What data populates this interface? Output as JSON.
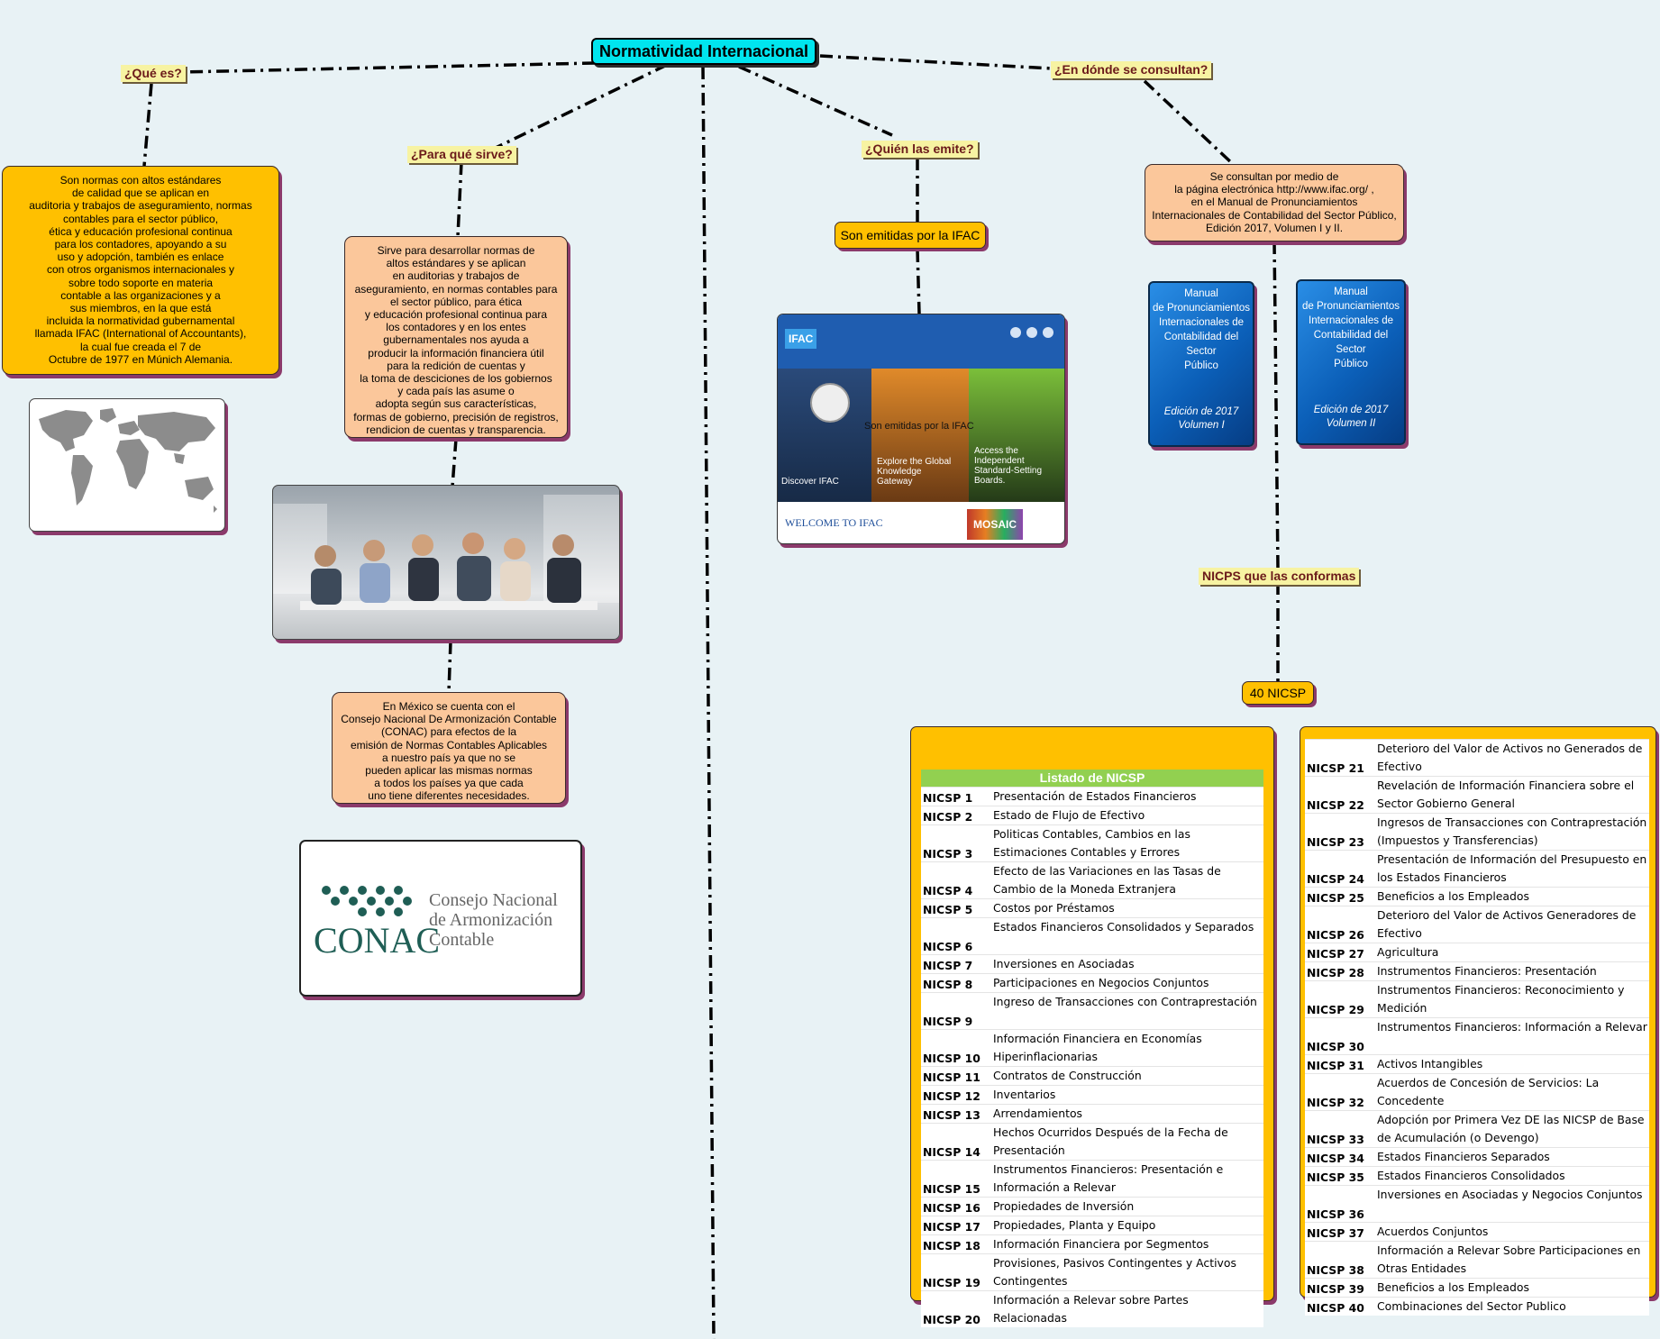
{
  "root": {
    "title": "Normatividad Internacional"
  },
  "labels": {
    "que_es": "¿Qué es?",
    "para_que": "¿Para qué sirve?",
    "quien": "¿Quién las emite?",
    "donde": "¿En dónde se consultan?",
    "nicps": "NICPS que las conformas"
  },
  "boxes": {
    "que_es": "Son normas con altos estándares\nde calidad que se aplican en\nauditoria y trabajos de aseguramiento, normas\ncontables para el sector público,\nética y educación profesional continua\npara los contadores, apoyando a su\nuso y adopción, también es enlace\ncon otros organismos internacionales y\nsobre todo soporte en materia\ncontable a las organizaciones y a\nsus miembros,  en la que está\nincluida la normatividad gubernamental\nllamada IFAC (International of Accountants),\nla cual fue creada el 7 de\nOctubre de 1977 en Múnich Alemania.",
    "para_que": "Sirve para desarrollar normas de\naltos estándares y se aplican\nen auditorias y trabajos de\naseguramiento, en normas contables para\nel sector público, para ética\ny educación profesional continua para\nlos contadores y en los entes\ngubernamentales nos ayuda a\nproducir la información financiera útil\npara la redición de cuentas y\nla toma de desciciones de los gobiernos\ny cada país las asume o\nadopta según sus características,\nformas de gobierno, precisión de registros,\nrendicion de cuentas y transparencia.",
    "mexico": "En México se cuenta con el\nConsejo Nacional De Armonización Contable\n(CONAC) para efectos de la\nemisión de Normas Contables Aplicables\na nuestro país ya que no se\npueden aplicar las mismas normas\na todos los países ya que cada\nuno tiene diferentes necesidades.",
    "emitidas": "Son emitidas por la IFAC",
    "donde": "Se consultan por medio de\nla página electrónica http://www.ifac.org/ ,\nen el Manual de Pronunciamientos\nInternacionales de Contabilidad del Sector Público,\nEdición 2017, Volumen I y II.",
    "count": "40 NICSP"
  },
  "ifac_site": {
    "logo": "IFAC",
    "nav1": "Discover IFAC",
    "nav2": "Explore the Global Knowledge Gateway",
    "nav3": "Access the Independent Standard-Setting Boards.",
    "overlay": "Son emitidas por la IFAC",
    "welcome": "WELCOME TO IFAC",
    "mosaic": "MOSAIC"
  },
  "conac": {
    "abbr": "CONAC",
    "line1": "Consejo Nacional",
    "line2": "de Armonización",
    "line3": "Contable"
  },
  "books": [
    {
      "title": "Manual\nde Pronunciamientos\nInternacionales de\nContabilidad del Sector\nPúblico",
      "edition": "Edición de 2017\nVolumen I"
    },
    {
      "title": "Manual\nde Pronunciamientos\nInternacionales de\nContabilidad del Sector\nPúblico",
      "edition": "Edición de 2017\nVolumen II"
    }
  ],
  "table": {
    "header": "Listado de NICSP",
    "left": [
      {
        "code": "NICSP 1",
        "desc": "Presentación de Estados Financieros"
      },
      {
        "code": "NICSP 2",
        "desc": "Estado de Flujo de Efectivo"
      },
      {
        "code": "NICSP 3",
        "desc": "Politicas Contables, Cambios en las Estimaciones Contables y Errores"
      },
      {
        "code": "NICSP 4",
        "desc": "Efecto de las Variaciones en las Tasas de Cambio de la Moneda Extranjera"
      },
      {
        "code": "NICSP 5",
        "desc": "Costos por Préstamos"
      },
      {
        "code": "NICSP 6",
        "desc": "Estados Financieros Consolidados y Separados"
      },
      {
        "code": "NICSP 7",
        "desc": "Inversiones en Asociadas"
      },
      {
        "code": "NICSP 8",
        "desc": "Participaciones en Negocios Conjuntos"
      },
      {
        "code": "NICSP 9",
        "desc": "Ingreso de Transacciones con Contraprestación"
      },
      {
        "code": "NICSP 10",
        "desc": "Información Financiera en Economías Hiperinflacionarias"
      },
      {
        "code": "NICSP 11",
        "desc": "Contratos de Construcción"
      },
      {
        "code": "NICSP 12",
        "desc": "Inventarios"
      },
      {
        "code": "NICSP 13",
        "desc": "Arrendamientos"
      },
      {
        "code": "NICSP 14",
        "desc": "Hechos Ocurridos Después de la Fecha de Presentación"
      },
      {
        "code": "NICSP 15",
        "desc": "Instrumentos Financieros: Presentación e Información a Relevar"
      },
      {
        "code": "NICSP 16",
        "desc": "Propiedades de Inversión"
      },
      {
        "code": "NICSP 17",
        "desc": "Propiedades, Planta y Equipo"
      },
      {
        "code": "NICSP 18",
        "desc": "Información Financiera por Segmentos"
      },
      {
        "code": "NICSP 19",
        "desc": "Provisiones, Pasivos Contingentes y Activos Contingentes"
      },
      {
        "code": "NICSP 20",
        "desc": "Información a Relevar sobre Partes Relacionadas"
      }
    ],
    "right": [
      {
        "code": "NICSP 21",
        "desc": "Deterioro del Valor de Activos no Generados de Efectivo"
      },
      {
        "code": "NICSP 22",
        "desc": "Revelación de Información Financiera sobre el Sector Gobierno General"
      },
      {
        "code": "NICSP 23",
        "desc": "Ingresos de Transacciones con Contraprestación (Impuestos y Transferencias)"
      },
      {
        "code": "NICSP 24",
        "desc": "Presentación de Información del Presupuesto en los Estados Financieros"
      },
      {
        "code": "NICSP 25",
        "desc": "Beneficios a los Empleados"
      },
      {
        "code": "NICSP 26",
        "desc": "Deterioro del Valor de Activos Generadores de Efectivo"
      },
      {
        "code": "NICSP 27",
        "desc": "Agricultura"
      },
      {
        "code": "NICSP 28",
        "desc": "Instrumentos Financieros: Presentación"
      },
      {
        "code": "NICSP 29",
        "desc": "Instrumentos Financieros: Reconocimiento y Medición"
      },
      {
        "code": "NICSP 30",
        "desc": "Instrumentos Financieros: Información a Relevar"
      },
      {
        "code": "NICSP 31",
        "desc": "Activos Intangibles"
      },
      {
        "code": "NICSP 32",
        "desc": "Acuerdos de Concesión de Servicios: La Concedente"
      },
      {
        "code": "NICSP 33",
        "desc": "Adopción por Primera Vez DE las NICSP de Base de Acumulación (o Devengo)"
      },
      {
        "code": "NICSP 34",
        "desc": "Estados Financieros Separados"
      },
      {
        "code": "NICSP 35",
        "desc": "Estados Financieros Consolidados"
      },
      {
        "code": "NICSP 36",
        "desc": "Inversiones en Asociadas y Negocios Conjuntos"
      },
      {
        "code": "NICSP 37",
        "desc": "Acuerdos Conjuntos"
      },
      {
        "code": "NICSP 38",
        "desc": "Información a Relevar Sobre Participaciones en Otras Entidades"
      },
      {
        "code": "NICSP 39",
        "desc": "Beneficios a los Empleados"
      },
      {
        "code": "NICSP 40",
        "desc": "Combinaciones del Sector Publico"
      }
    ]
  },
  "colors": {
    "background": "#e8f2f5",
    "root": "#00e5ee",
    "label": "#f7f3a2",
    "label_text": "#6b1a1a",
    "yellow_box": "#ffc000",
    "peach_box": "#fbc79b",
    "table_header": "#92d050",
    "conac_green": "#1f5e55",
    "book_blue": "#0b5fb8"
  }
}
